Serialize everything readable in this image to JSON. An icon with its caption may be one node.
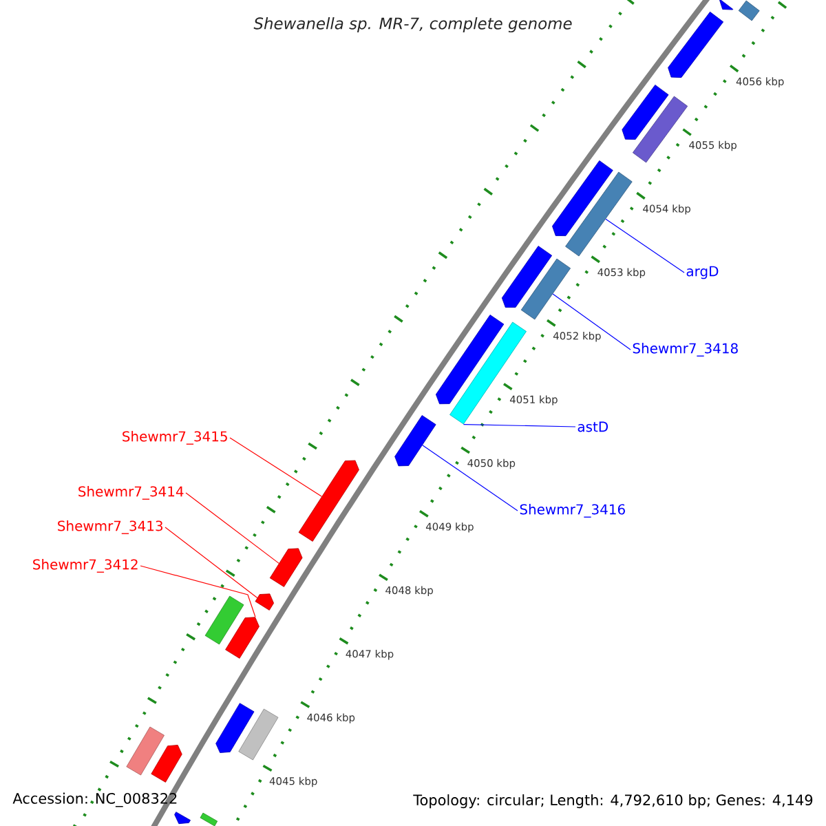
{
  "diagram": {
    "title": "Shewanella sp. MR-7, complete genome",
    "nodes": [
      {
        "text": [
          "argD"
        ]
      },
      {
        "text": [
          "Shewmr7_3418"
        ]
      },
      {
        "text": [
          "astD"
        ]
      },
      {
        "text": [
          "Shewmr7_3415"
        ]
      },
      {
        "text": [
          "Shewmr7_3414"
        ]
      },
      {
        "text": [
          "Shewmr7_3416"
        ]
      },
      {
        "text": [
          "Shewmr7_3413"
        ]
      },
      {
        "text": [
          "Shewmr7_3412"
        ]
      },
      {
        "text": [],
        "shape": "arrow"
      },
      {
        "text": [],
        "shape": "box"
      },
      {
        "text": [],
        "shape": "arrow"
      },
      {
        "text": [],
        "shape": "arrow"
      },
      {
        "text": [],
        "shape": "box"
      },
      {
        "text": [],
        "shape": "arrow"
      },
      {
        "text": [],
        "shape": "box"
      },
      {
        "text": [],
        "shape": "arrow"
      },
      {
        "text": [],
        "shape": "box"
      },
      {
        "text": [],
        "shape": "arrow"
      },
      {
        "text": [],
        "shape": "box"
      },
      {
        "text": [],
        "shape": "arrow"
      },
      {
        "text": [],
        "shape": "arrow"
      },
      {
        "text": [],
        "shape": "arrow"
      },
      {
        "text": [],
        "shape": "arrow"
      },
      {
        "text": [],
        "shape": "box"
      },
      {
        "text": [],
        "shape": "arrow"
      },
      {
        "text": [],
        "shape": "arrow"
      },
      {
        "text": [],
        "shape": "box"
      },
      {
        "text": [],
        "shape": "box"
      },
      {
        "text": [],
        "shape": "arrow"
      },
      {
        "text": [],
        "shape": "arrow"
      },
      {
        "text": [],
        "shape": "box"
      }
    ],
    "edges": [
      {
        "from": 0,
        "to": 14,
        "arrow": "none",
        "color": "#0000ff"
      },
      {
        "from": 1,
        "to": 16,
        "arrow": "none",
        "color": "#0000ff"
      },
      {
        "from": 2,
        "to": 18,
        "arrow": "none",
        "color": "#0000ff"
      },
      {
        "from": 3,
        "to": 20,
        "arrow": "none",
        "color": "#ff0000"
      },
      {
        "from": 4,
        "to": 21,
        "arrow": "none",
        "color": "#ff0000"
      },
      {
        "from": 5,
        "to": 19,
        "arrow": "none",
        "color": "#0000ff"
      },
      {
        "from": 6,
        "to": 22,
        "arrow": "none",
        "color": "#ff0000"
      },
      {
        "from": 7,
        "to": 24,
        "arrow": "none",
        "color": "#ff0000"
      }
    ],
    "labels": [
      "4056 kbp",
      "4055 kbp",
      "4054 kbp",
      "4053 kbp",
      "4052 kbp",
      "4051 kbp",
      "4050 kbp",
      "4049 kbp",
      "4048 kbp",
      "4047 kbp",
      "4046 kbp",
      "4045 kbp",
      "Accession: NC_008322",
      "Topology: circular; Length: 4,792,610 bp; Genes: 4,149"
    ]
  }
}
